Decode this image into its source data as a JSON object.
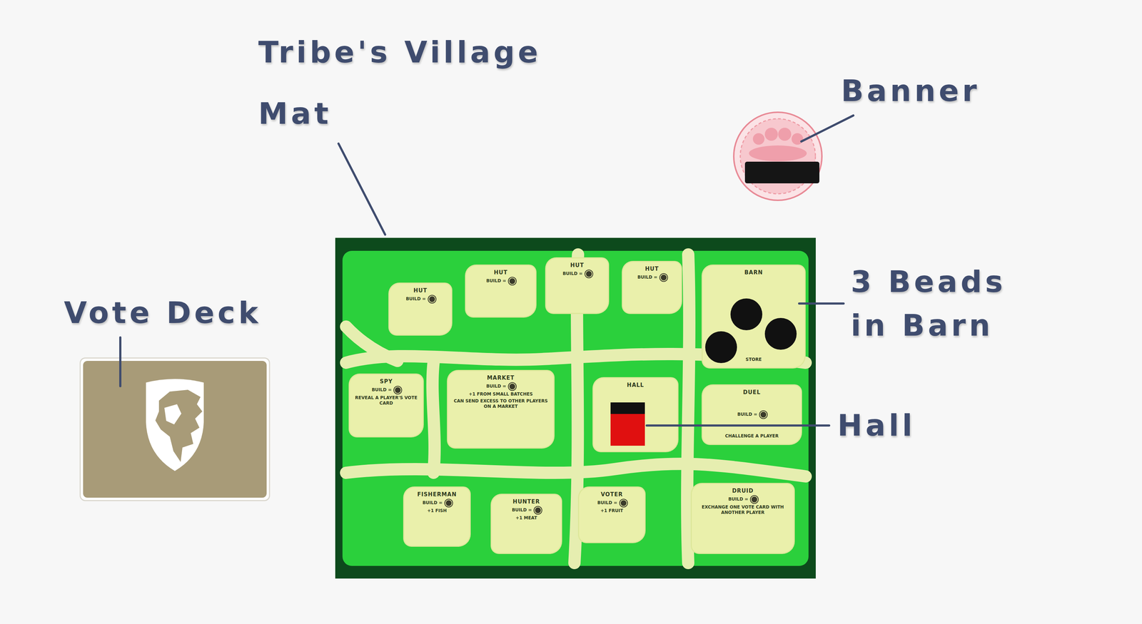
{
  "diagram": {
    "nodes": [
      {
        "text": [
          "HUT",
          "BUILD ="
        ]
      },
      {
        "text": [
          "HUT",
          "BUILD ="
        ]
      },
      {
        "text": [
          "HUT",
          "BUILD ="
        ]
      },
      {
        "text": [
          "HUT",
          "BUILD ="
        ]
      },
      {
        "text": [
          "BARN",
          "STORE"
        ]
      },
      {
        "text": [
          "SPY",
          "BUILD =",
          "REVEAL A PLAYER'S VOTE CARD"
        ]
      },
      {
        "text": [
          "MARKET",
          "BUILD =",
          "+1 FROM SMALL BATCHES",
          "CAN SEND EXCESS TO OTHER PLAYERS ON A MARKET"
        ]
      },
      {
        "text": [
          "HALL"
        ]
      },
      {
        "text": [
          "DUEL",
          "BUILD =",
          "CHALLENGE A PLAYER"
        ]
      },
      {
        "text": [
          "FISHERMAN",
          "BUILD =",
          "+1 FISH"
        ]
      },
      {
        "text": [
          "HUNTER",
          "BUILD =",
          "+1 MEAT"
        ]
      },
      {
        "text": [
          "VOTER",
          "BUILD =",
          "+1 FRUIT"
        ]
      },
      {
        "text": [
          "DRUID",
          "BUILD =",
          "EXCHANGE ONE VOTE CARD WITH ANOTHER PLAYER"
        ]
      }
    ],
    "edges": [],
    "labels": [
      "Tribe's Village Mat",
      "Banner",
      "Vote Deck",
      "3 Beads in Barn",
      "Hall"
    ]
  }
}
